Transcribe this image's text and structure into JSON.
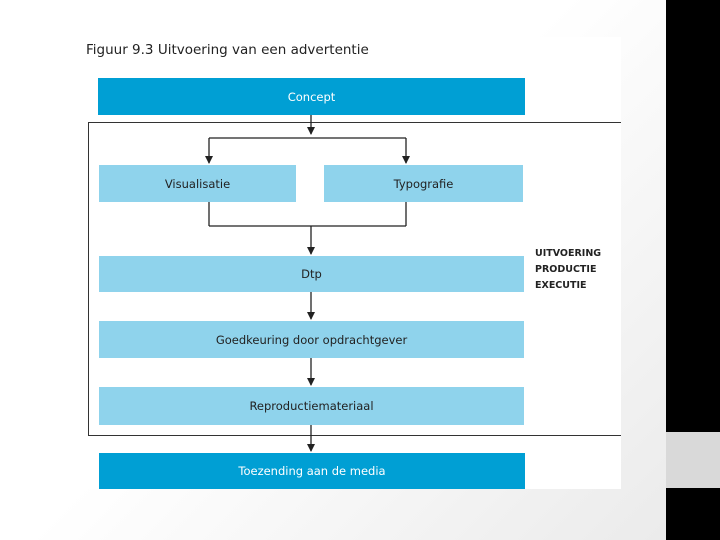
{
  "figure": {
    "title": "Figuur 9.3  Uitvoering van een advertentie",
    "boxes": {
      "concept": "Concept",
      "visualisatie": "Visualisatie",
      "typografie": "Typografie",
      "dtp": "Dtp",
      "goedkeuring": "Goedkeuring door opdrachtgever",
      "reproductie": "Reproductiemateriaal",
      "toezending": "Toezending aan de media"
    },
    "side_label": {
      "line1": "UITVOERING",
      "line2": "PRODUCTIE",
      "line3": "EXECUTIE"
    },
    "colors": {
      "dark_box": "#009fd4",
      "light_box": "#8fd3ec"
    }
  }
}
